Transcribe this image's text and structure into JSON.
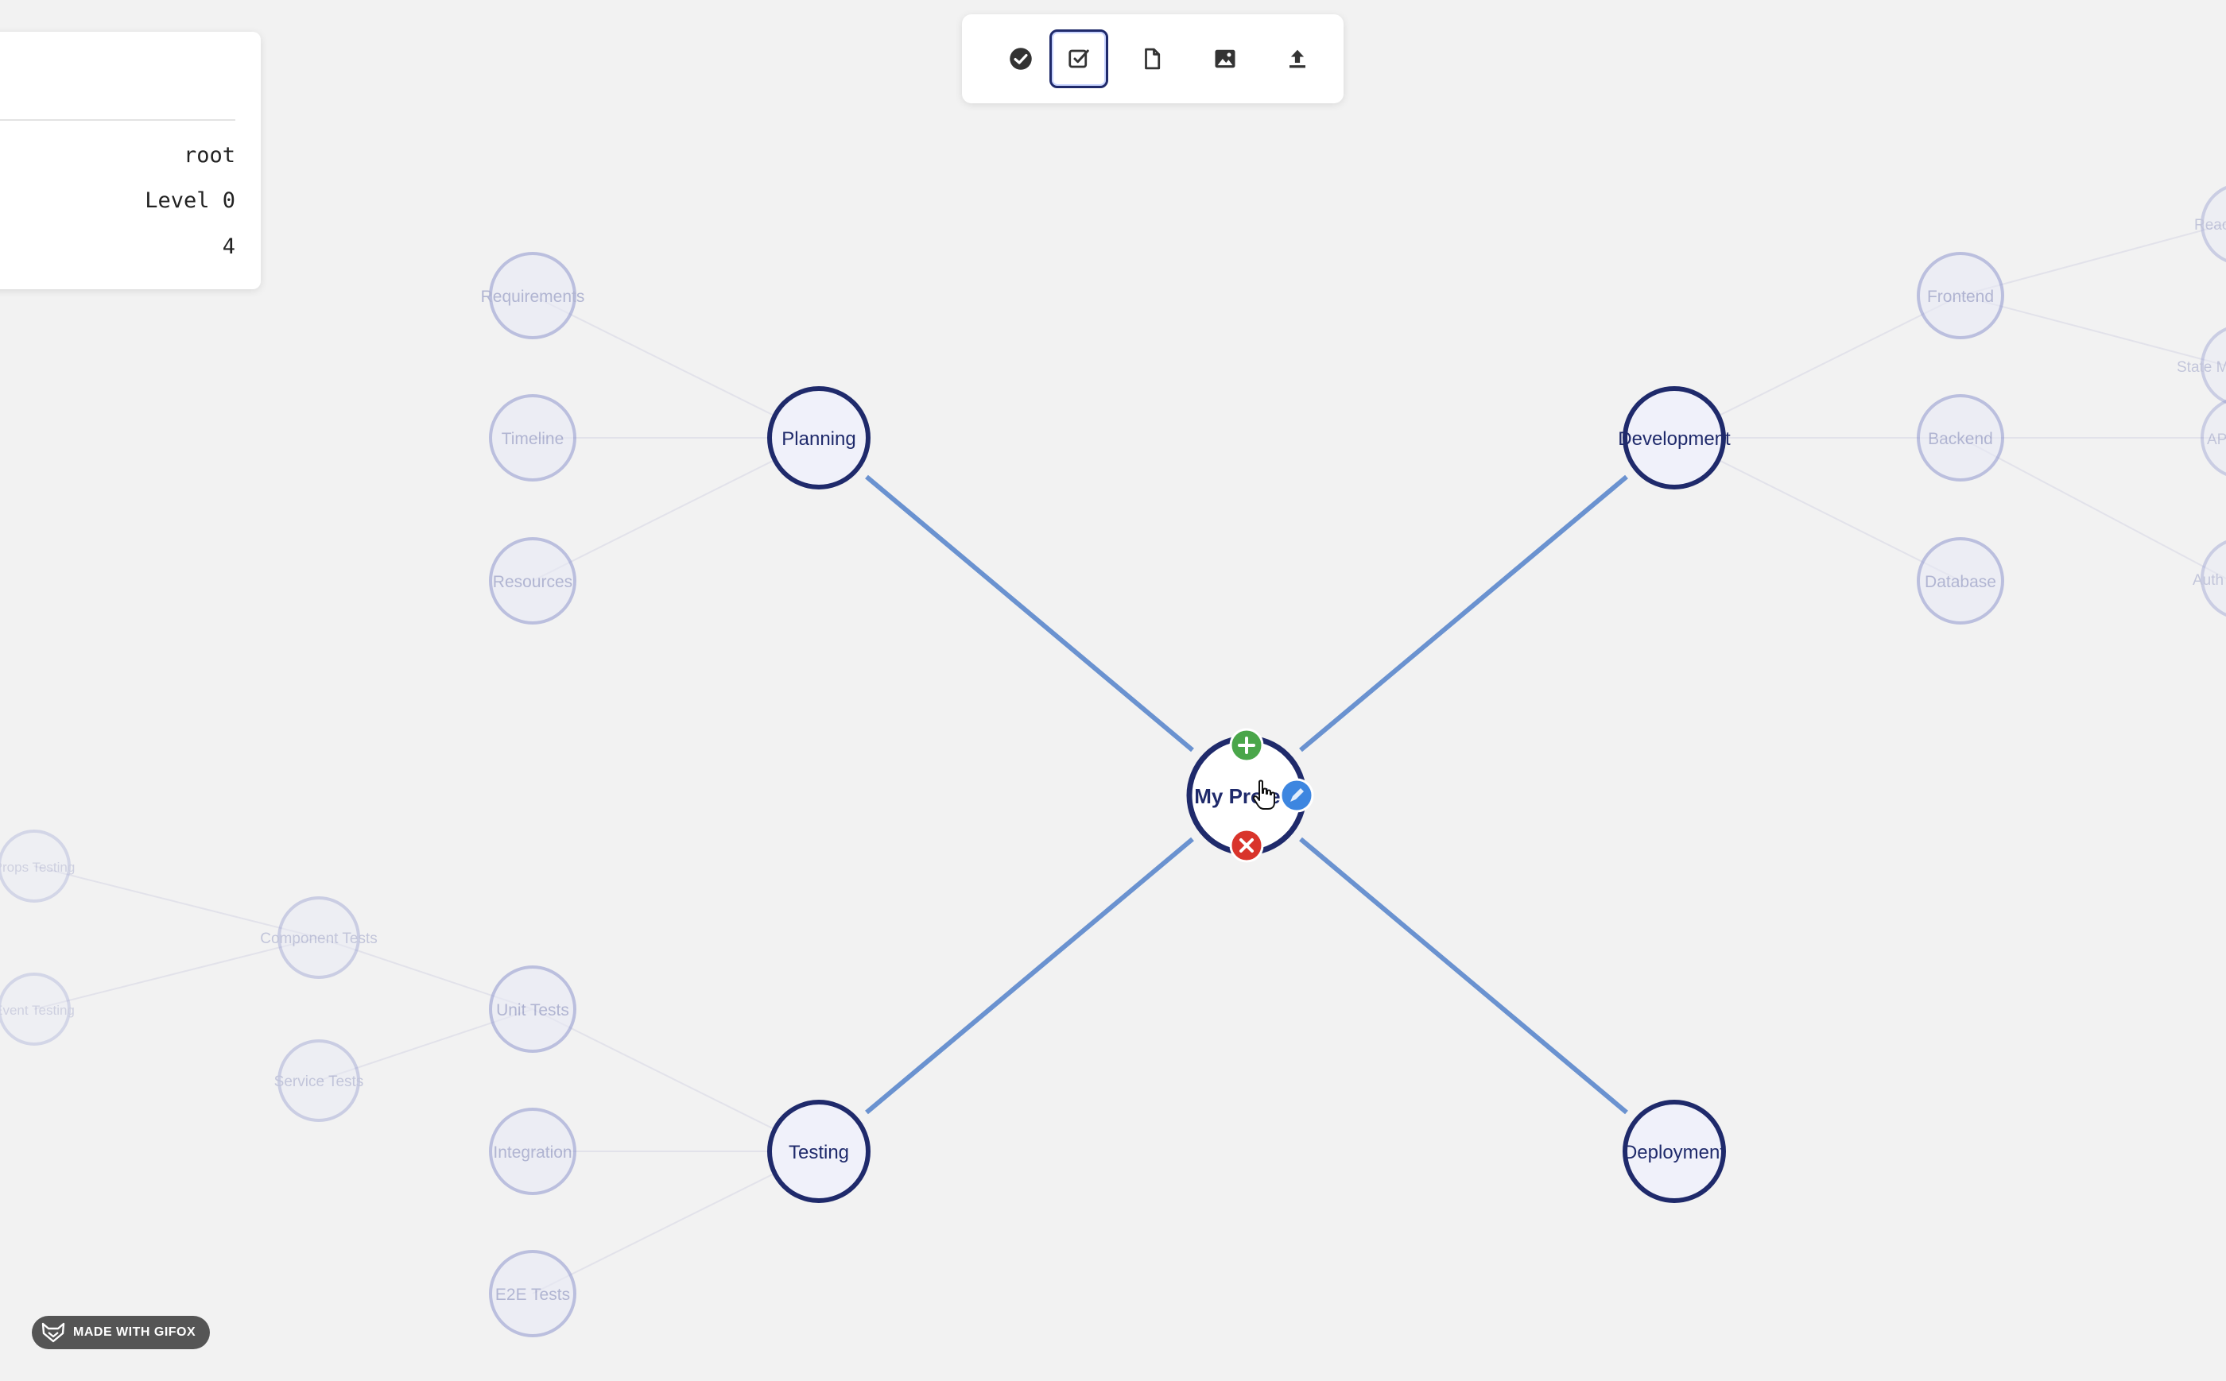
{
  "info_panel": {
    "type_value": "root",
    "level_value": "Level 0",
    "children_value": "4"
  },
  "toolbar": {
    "buttons": [
      {
        "icon": "check-circle-icon"
      },
      {
        "icon": "checkbox-icon",
        "active": true
      },
      {
        "icon": "file-icon"
      },
      {
        "icon": "image-icon"
      },
      {
        "icon": "upload-icon"
      }
    ]
  },
  "mindmap": {
    "root": {
      "label": "My Project"
    },
    "nodes": {
      "planning": "Planning",
      "development": "Development",
      "testing": "Testing",
      "deployment": "Deployment",
      "requirements": "Requirements",
      "timeline": "Timeline",
      "resources": "Resources",
      "frontend": "Frontend",
      "backend": "Backend",
      "database": "Database",
      "react": "React",
      "state": "State M",
      "api": "API",
      "auth": "Auth",
      "unit_tests": "Unit Tests",
      "integration": "Integration",
      "e2e_tests": "E2E Tests",
      "component_tests": "Component Tests",
      "service_tests": "Service Tests",
      "props_testing": "Props Testing",
      "event_testing": "Event Testing"
    }
  },
  "colors": {
    "background": "#f2f2f2",
    "node_stroke": "#1f2a6b",
    "node_fill": "#f0f1fa",
    "edge": "#6a92d0",
    "faded_stroke": "#b2b8dc",
    "add": "#4aa64a",
    "delete": "#d9342b",
    "edit": "#3d86e0"
  },
  "badge": {
    "text": "MADE WITH GIFOX"
  }
}
